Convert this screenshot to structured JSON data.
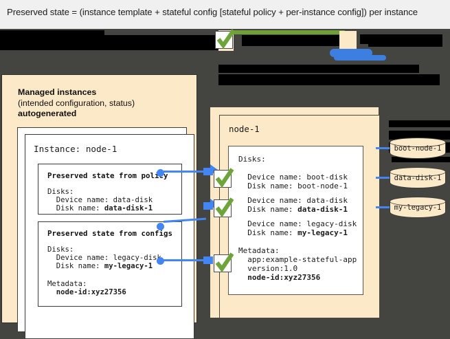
{
  "caption": "Preserved state = (instance template + stateful config [stateful policy + per-instance config]) per instance",
  "colors": {
    "cream": "#fbe9c7",
    "dark_background": "#444441",
    "accent_blue": "#4285f4",
    "check_green": "#6ea538",
    "redaction_black": "#000000",
    "caption_strip": "#eff0ef"
  },
  "left_panel": {
    "title_line1": "Managed instances",
    "title_line2": "(intended configuration, status)",
    "title_line3": "autogenerated",
    "instance_label": "Instance: node-1",
    "policy_box": {
      "heading": "Preserved state from policy",
      "disks_label": "Disks:",
      "device_name": "  Device name: data-disk",
      "disk_name_prefix": "  Disk name: ",
      "disk_name_value": "data-disk-1"
    },
    "configs_box": {
      "heading": "Preserved state from configs",
      "disks_label": "Disks:",
      "device_name": "  Device name: legacy-disk",
      "disk_name_prefix": "  Disk name: ",
      "disk_name_value": "my-legacy-1",
      "metadata_label": "Metadata:",
      "metadata_value": "  node-id:xyz27356"
    }
  },
  "node_panel": {
    "title": "node-1",
    "disks_label": "Disks:",
    "boot_device": "  Device name: boot-disk",
    "boot_disk": "  Disk name: boot-node-1",
    "data_device": "  Device name: data-disk",
    "data_disk_prefix": "  Disk name: ",
    "data_disk_value": "data-disk-1",
    "legacy_device": "  Device name: legacy-disk",
    "legacy_disk_prefix": "  Disk name: ",
    "legacy_disk_value": "my-legacy-1",
    "metadata_label": "Metadata:",
    "metadata_app": "  app:example-stateful-app",
    "metadata_version": "  version:1.0",
    "metadata_nodeid": "  node-id:xyz27356"
  },
  "disks": [
    {
      "label": "boot-node-1"
    },
    {
      "label": "data-disk-1"
    },
    {
      "label": "my-legacy-1"
    }
  ]
}
